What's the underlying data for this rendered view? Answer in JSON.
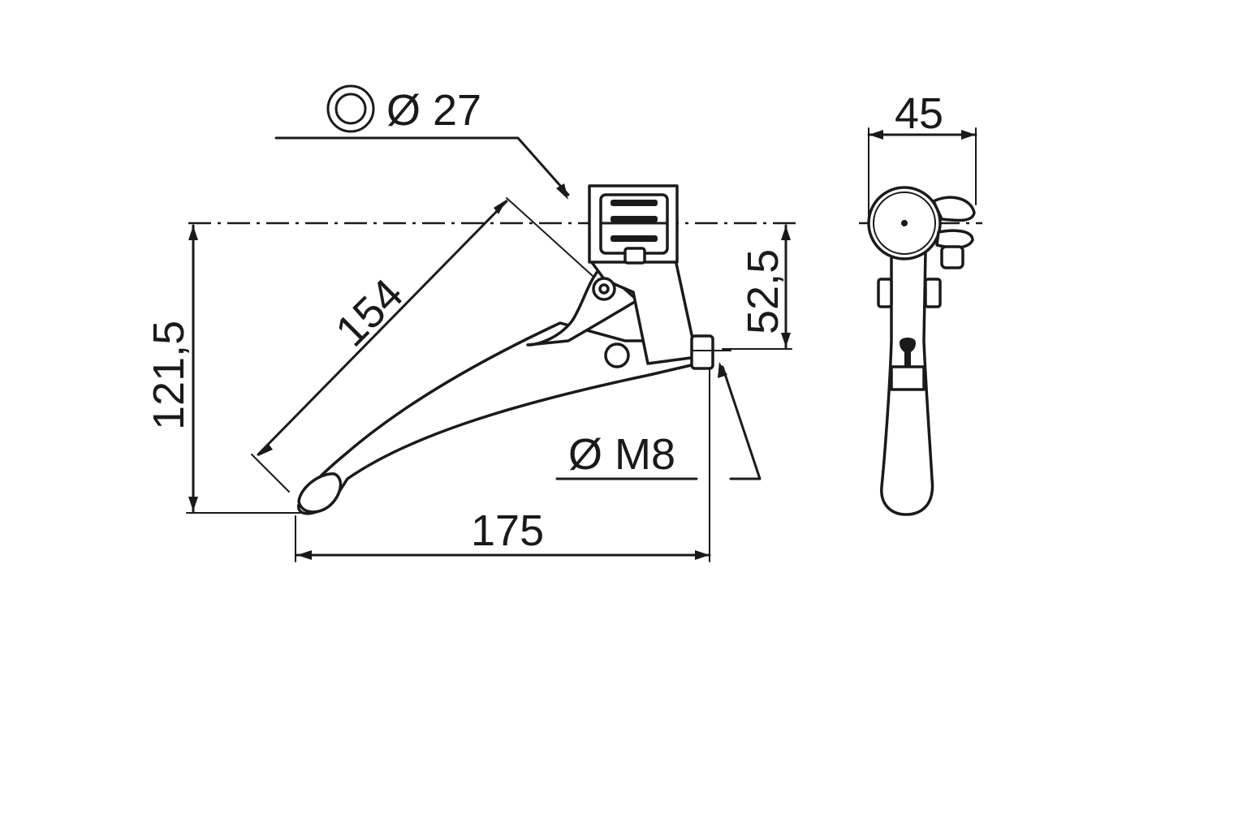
{
  "drawing": {
    "dimensions": {
      "clamp_diameter": "Ø 27",
      "reach": "154",
      "height": "121,5",
      "axis_offset": "52,5",
      "thread": "Ø M8",
      "length": "175",
      "width": "45"
    },
    "colors": {
      "ink": "#1a1a1a",
      "paper": "#ffffff"
    }
  }
}
